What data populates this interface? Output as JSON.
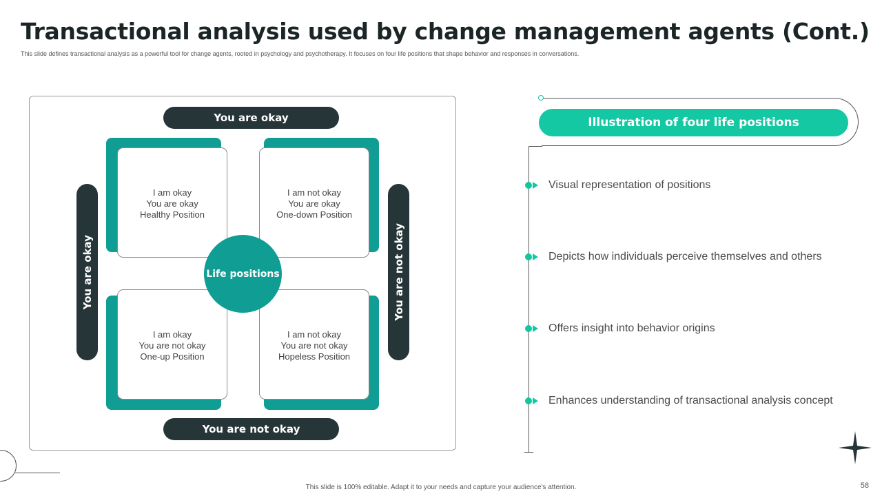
{
  "slide": {
    "title": "Transactional analysis used by change management agents (Cont.)",
    "subtitle": "This slide defines transactional analysis as a powerful tool for change agents, rooted in psychology and psychotherapy. It focuses on four life positions that shape behavior and responses in conversations.",
    "footer": "This slide is 100% editable. Adapt it to your needs and capture your audience's attention.",
    "page_number": "58"
  },
  "matrix": {
    "axis_top": "You are okay",
    "axis_bottom": "You are not okay",
    "axis_left": "You are okay",
    "axis_right": "You are not okay",
    "center_label": "Life positions",
    "quadrants": [
      {
        "lines": [
          "I am okay",
          "You are okay",
          "Healthy Position"
        ]
      },
      {
        "lines": [
          "I am not okay",
          "You are okay",
          "One-down Position"
        ]
      },
      {
        "lines": [
          "I am okay",
          "You are not okay",
          "One-up Position"
        ]
      },
      {
        "lines": [
          "I am not okay",
          "You are not okay",
          "Hopeless Position"
        ]
      }
    ]
  },
  "panel": {
    "heading": "Illustration of four life positions",
    "bullets": [
      "Visual representation of positions",
      "Depicts how individuals perceive themselves and others",
      "Offers insight into behavior origins",
      "Enhances understanding of transactional analysis concept"
    ]
  },
  "colors": {
    "teal_dark": "#0f9d94",
    "teal_bright": "#14c8a3",
    "charcoal": "#263538"
  },
  "icons": [
    "sparkle-star-icon",
    "bullet-arrow-icon"
  ]
}
